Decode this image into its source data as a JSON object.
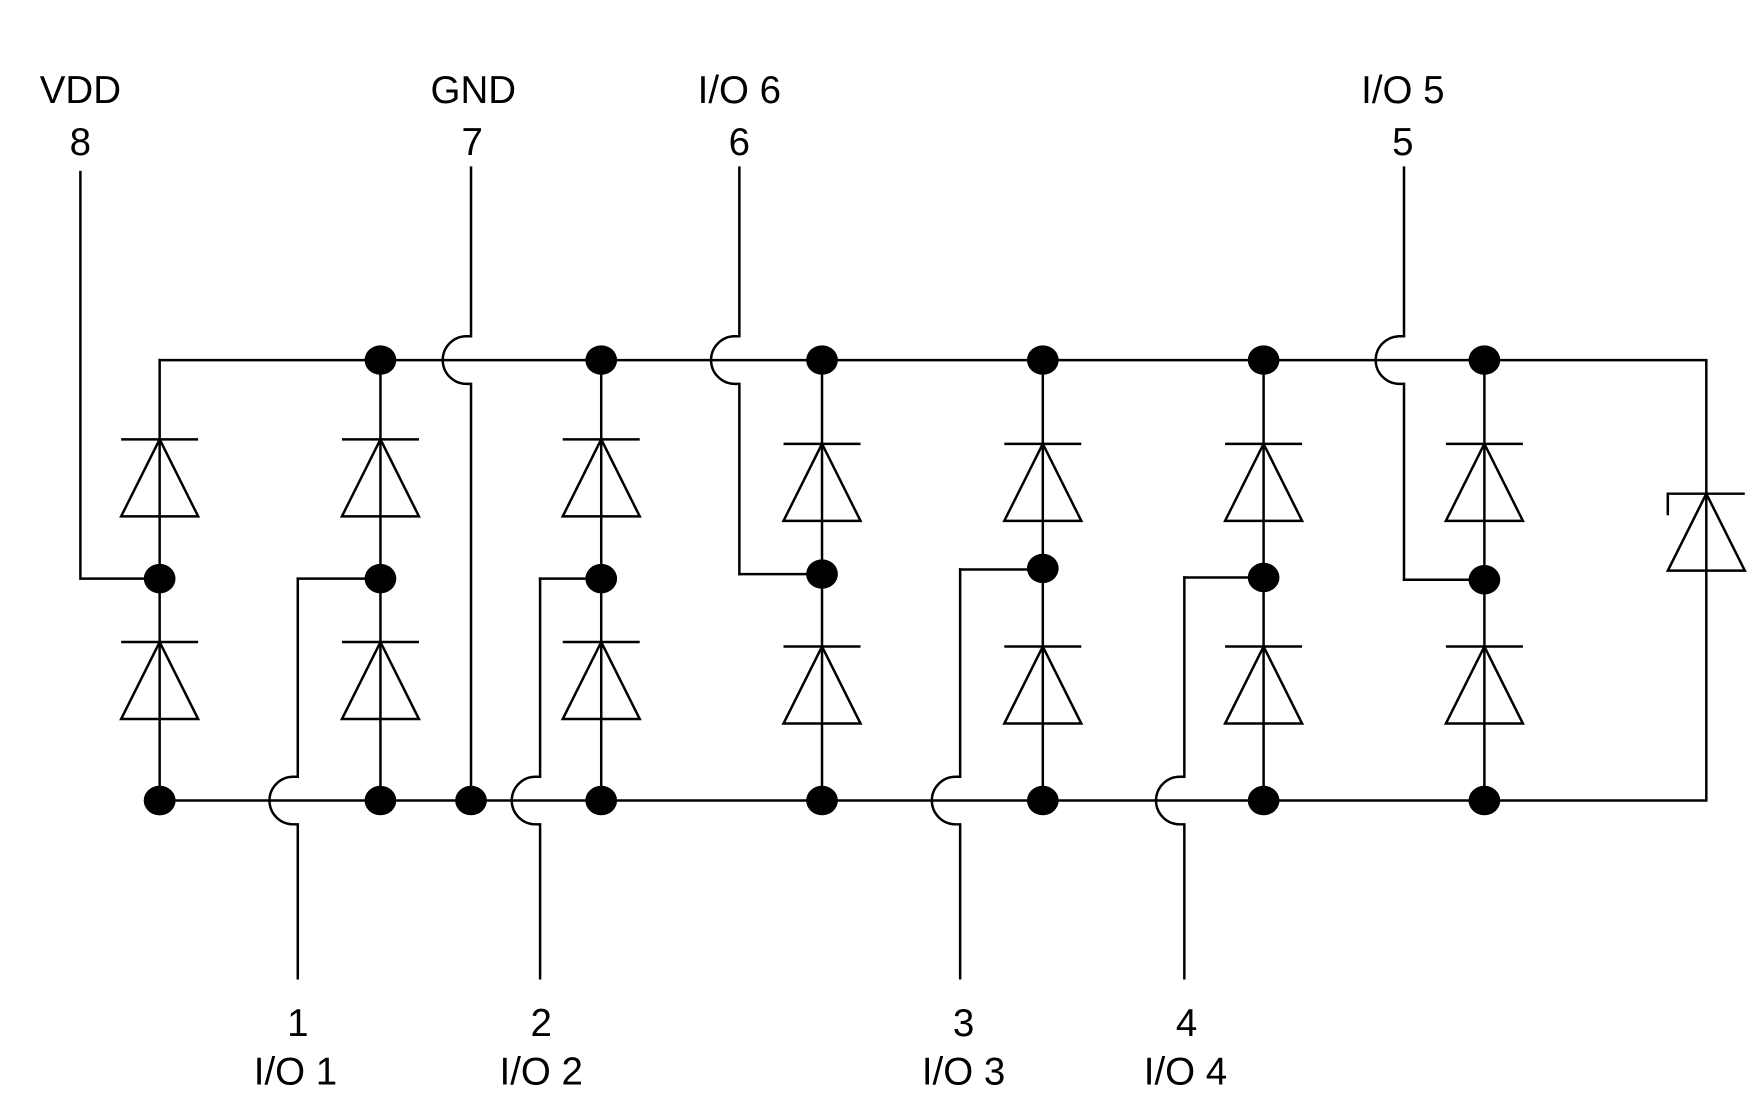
{
  "diagram": {
    "type": "esd-protection-schematic",
    "top_pins": [
      {
        "number": "8",
        "name": "VDD"
      },
      {
        "number": "7",
        "name": "GND"
      },
      {
        "number": "6",
        "name": "I/O 6"
      },
      {
        "number": "5",
        "name": "I/O 5"
      }
    ],
    "bottom_pins": [
      {
        "number": "1",
        "name": "I/O 1"
      },
      {
        "number": "2",
        "name": "I/O 2"
      },
      {
        "number": "3",
        "name": "I/O 3"
      },
      {
        "number": "4",
        "name": "I/O 4"
      }
    ],
    "diode_pairs": [
      {
        "column": 1,
        "mid_net": "VDD"
      },
      {
        "column": 2,
        "mid_net": "I/O 1"
      },
      {
        "column": 3,
        "mid_net": "I/O 2"
      },
      {
        "column": 4,
        "mid_net": "I/O 6"
      },
      {
        "column": 5,
        "mid_net": "I/O 3"
      },
      {
        "column": 6,
        "mid_net": "I/O 4"
      },
      {
        "column": 7,
        "mid_net": "I/O 5"
      }
    ],
    "zener": {
      "between": [
        "top-rail",
        "bottom-rail"
      ]
    },
    "colors": {
      "line": "#000000",
      "background": "#ffffff"
    }
  }
}
